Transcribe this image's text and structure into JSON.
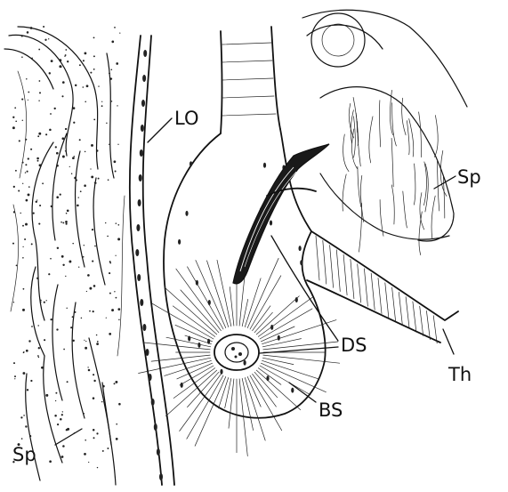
{
  "labels": {
    "lo": "LO",
    "sp_right": "Sp",
    "sp_left": "Sp",
    "ds": "DS",
    "th": "Th",
    "bs": "BS"
  }
}
